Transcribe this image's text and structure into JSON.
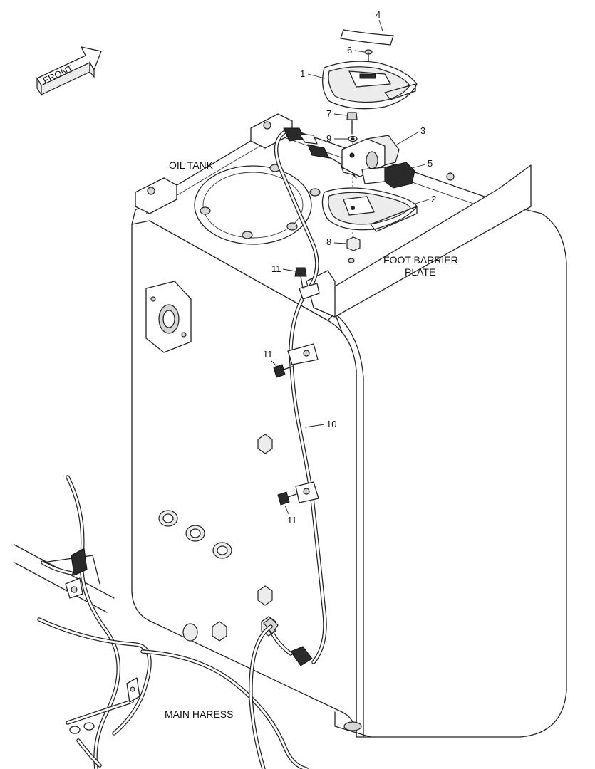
{
  "labels": {
    "front": "FRONT",
    "oil_tank": "OIL TANK",
    "foot_barrier_plate_line1": "FOOT BARRIER",
    "foot_barrier_plate_line2": "PLATE",
    "main_harness": "MAIN HARESS"
  },
  "callouts": {
    "c1": "1",
    "c2": "2",
    "c3": "3",
    "c4": "4",
    "c5": "5",
    "c6": "6",
    "c7": "7",
    "c8": "8",
    "c9": "9",
    "c10": "10",
    "c11a": "11",
    "c11b": "11",
    "c11c": "11"
  }
}
